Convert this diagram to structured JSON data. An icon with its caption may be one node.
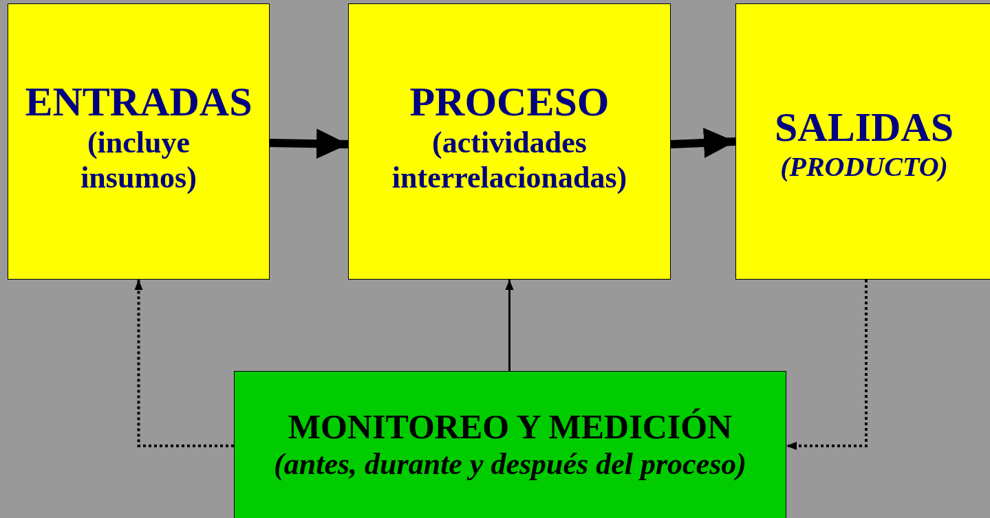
{
  "diagram": {
    "nodes": [
      {
        "text": [
          "ENTRADAS",
          "(incluye insumos)"
        ]
      },
      {
        "text": [
          "PROCESO",
          "(actividades interrelacionadas)"
        ]
      },
      {
        "text": [
          "SALIDAS",
          "(PRODUCTO)"
        ]
      },
      {
        "text": [
          "MONITOREO Y MEDICIÓN",
          "(antes, durante y después del proceso)"
        ]
      }
    ],
    "edges": [
      {
        "from": 0,
        "to": 1,
        "arrow": "to",
        "style": "thick"
      },
      {
        "from": 1,
        "to": 2,
        "arrow": "to",
        "style": "thick"
      },
      {
        "from": 3,
        "to": 1,
        "arrow": "to"
      },
      {
        "from": 3,
        "to": 0,
        "arrow": "to",
        "style": "dashed"
      },
      {
        "from": 2,
        "to": 3,
        "arrow": "to",
        "style": "dashed"
      }
    ]
  }
}
